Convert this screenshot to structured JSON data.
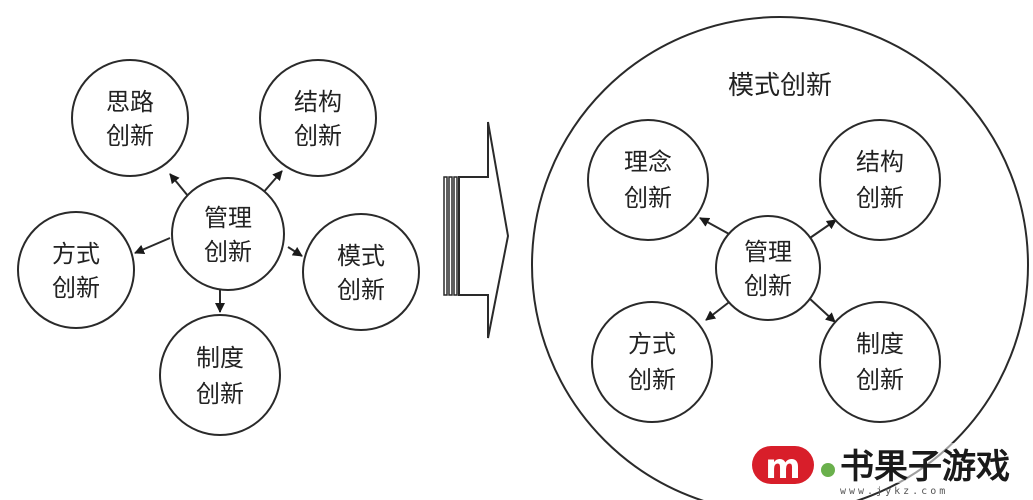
{
  "left_diagram": {
    "center": {
      "line1": "管理",
      "line2": "创新"
    },
    "nodes": [
      {
        "id": "silu",
        "line1": "思路",
        "line2": "创新"
      },
      {
        "id": "jiegou",
        "line1": "结构",
        "line2": "创新"
      },
      {
        "id": "fangshi",
        "line1": "方式",
        "line2": "创新"
      },
      {
        "id": "moshi",
        "line1": "模式",
        "line2": "创新"
      },
      {
        "id": "zhidu",
        "line1": "制度",
        "line2": "创新"
      }
    ]
  },
  "right_diagram": {
    "title": "模式创新",
    "center": {
      "line1": "管理",
      "line2": "创新"
    },
    "nodes": [
      {
        "id": "linian",
        "line1": "理念",
        "line2": "创新"
      },
      {
        "id": "jiegou",
        "line1": "结构",
        "line2": "创新"
      },
      {
        "id": "fangshi",
        "line1": "方式",
        "line2": "创新"
      },
      {
        "id": "zhidu",
        "line1": "制度",
        "line2": "创新"
      }
    ]
  },
  "watermark": {
    "text": "书果子游戏",
    "url": "www.jykz.com",
    "colors": {
      "logo_red": "#d81e2a",
      "logo_green": "#6ab04c"
    }
  }
}
